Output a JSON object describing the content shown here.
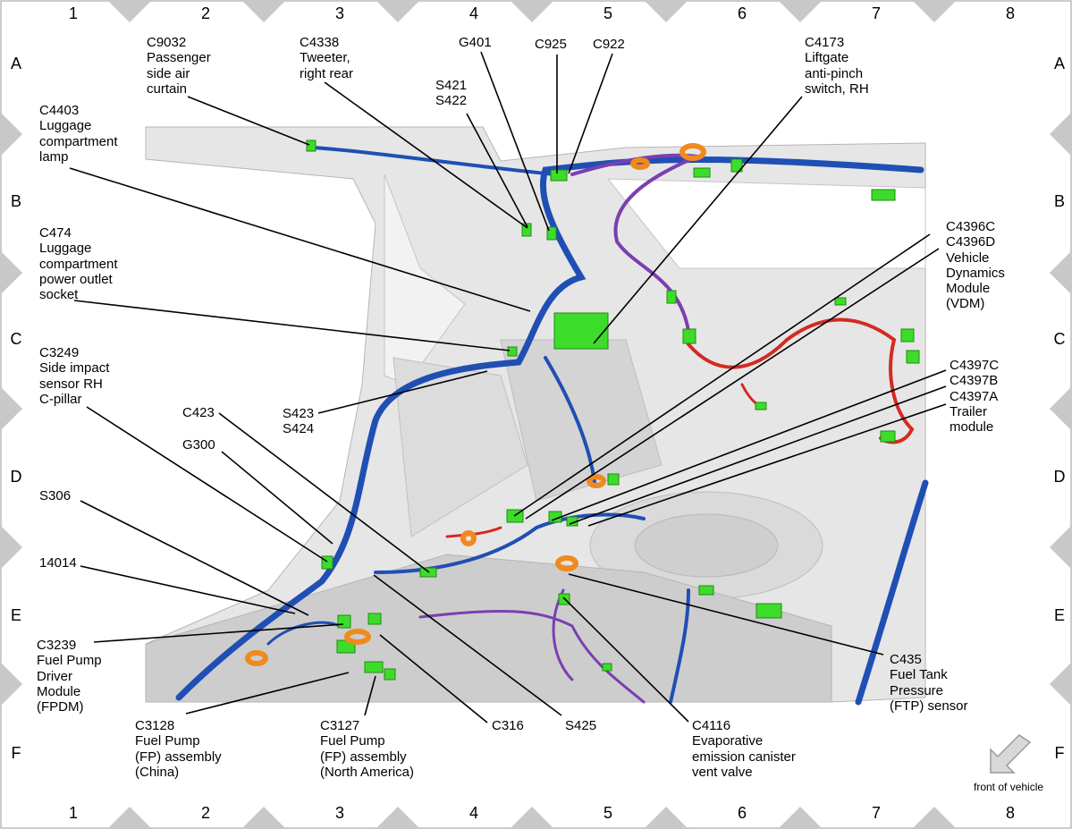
{
  "grid": {
    "columns": [
      "1",
      "2",
      "3",
      "4",
      "5",
      "6",
      "7",
      "8"
    ],
    "rows": [
      "A",
      "B",
      "C",
      "D",
      "E",
      "F"
    ]
  },
  "labels": [
    {
      "id": "c9032",
      "text": "C9032\nPassenger\nside air\ncurtain"
    },
    {
      "id": "c4338",
      "text": "C4338\nTweeter,\nright rear"
    },
    {
      "id": "g401",
      "text": "G401"
    },
    {
      "id": "c925",
      "text": "C925"
    },
    {
      "id": "c922",
      "text": "C922"
    },
    {
      "id": "c4173",
      "text": "C4173\nLiftgate\nanti-pinch\nswitch, RH"
    },
    {
      "id": "s421",
      "text": "S421\nS422"
    },
    {
      "id": "c4403",
      "text": "C4403\nLuggage\ncompartment\nlamp"
    },
    {
      "id": "c474",
      "text": "C474\nLuggage\ncompartment\npower outlet\nsocket"
    },
    {
      "id": "c4396",
      "text": "C4396C\nC4396D\nVehicle\nDynamics\nModule\n(VDM)"
    },
    {
      "id": "c3249",
      "text": "C3249\nSide impact\nsensor RH\nC-pillar"
    },
    {
      "id": "c4397",
      "text": "C4397C\nC4397B\nC4397A\nTrailer\nmodule"
    },
    {
      "id": "c423",
      "text": "C423"
    },
    {
      "id": "s423",
      "text": "S423\nS424"
    },
    {
      "id": "g300",
      "text": "G300"
    },
    {
      "id": "s306",
      "text": "S306"
    },
    {
      "id": "n14014",
      "text": "14014"
    },
    {
      "id": "c3239",
      "text": "C3239\nFuel Pump\nDriver\nModule\n(FPDM)"
    },
    {
      "id": "c435",
      "text": "C435\nFuel Tank\nPressure\n(FTP) sensor"
    },
    {
      "id": "c3128",
      "text": "C3128\nFuel Pump\n(FP) assembly\n(China)"
    },
    {
      "id": "c3127",
      "text": "C3127\nFuel Pump\n(FP) assembly\n(North America)"
    },
    {
      "id": "c316",
      "text": "C316"
    },
    {
      "id": "s425",
      "text": "S425"
    },
    {
      "id": "c4116",
      "text": "C4116\nEvaporative\nemission canister\nvent valve"
    }
  ],
  "orientation_note": "front of vehicle",
  "colors": {
    "harness_blue": "#1f4fb4",
    "harness_purple": "#7a3fb0",
    "harness_red": "#d42a22",
    "connector_green": "#3ddc2a",
    "grommet_orange": "#f08a1e",
    "body_gray": "#d8d8d8"
  }
}
